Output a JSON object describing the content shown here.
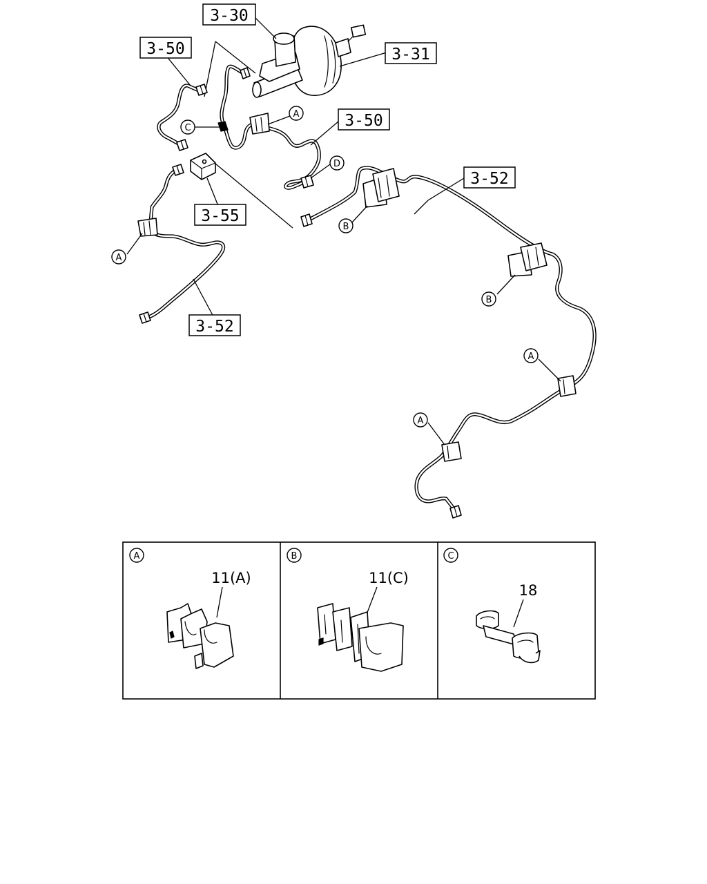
{
  "callouts": {
    "booster_master_cylinder": "3-30",
    "vacuum_booster": "3-31",
    "pipe_front_left": "3-50",
    "pipe_front_right": "3-50",
    "pipe_rear_main": "3-52",
    "pipe_front_lower": "3-52",
    "connector_block": "3-55"
  },
  "markers": {
    "a": "A",
    "b": "B",
    "c": "C",
    "d": "D"
  },
  "details": [
    {
      "letter": "A",
      "part": "11(A)"
    },
    {
      "letter": "B",
      "part": "11(C)"
    },
    {
      "letter": "C",
      "part": "18"
    }
  ]
}
